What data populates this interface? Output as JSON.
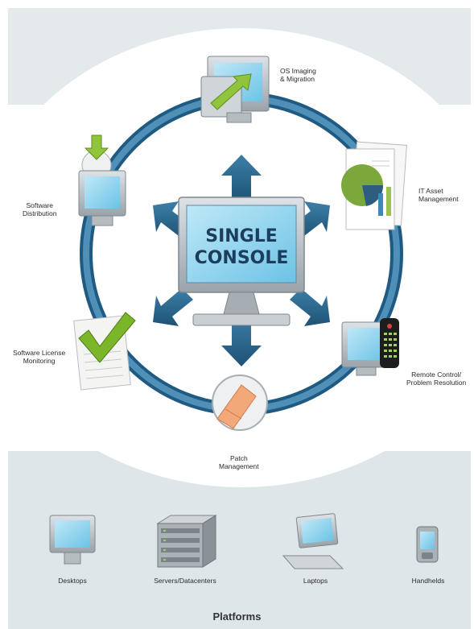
{
  "center": {
    "line1": "SINGLE",
    "line2": "CONSOLE"
  },
  "functions": {
    "os_imaging": [
      "OS Imaging",
      "& Migration"
    ],
    "it_asset": [
      "IT Asset",
      "Management"
    ],
    "remote_control": [
      "Remote Control/",
      "Problem Resolution"
    ],
    "patch": [
      "Patch",
      "Management"
    ],
    "software_license": [
      "Software License",
      "Monitoring"
    ],
    "software_distribution": [
      "Software",
      "Distribution"
    ]
  },
  "platforms": {
    "title": "Platforms",
    "items": [
      "Desktops",
      "Servers/Datacenters",
      "Laptops",
      "Handhelds"
    ]
  },
  "colors": {
    "ring": "#2e6f99",
    "ring_light": "#5aa0c8",
    "screen": "#8fd3ee",
    "check": "#7ab52a",
    "patch_hand": "#f0a070",
    "background_top": "#e8edf0",
    "background_bottom": "#dfe6ea"
  }
}
